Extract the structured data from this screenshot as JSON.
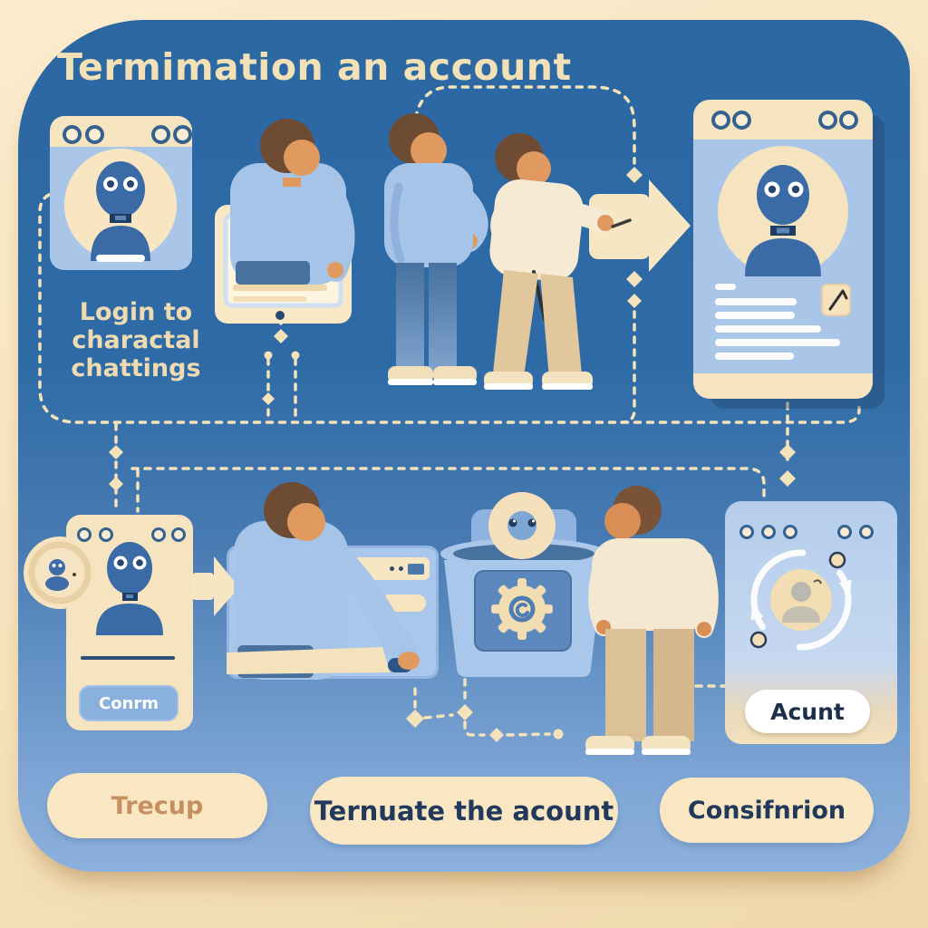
{
  "title": "Termimation an account",
  "flow": {
    "step1_caption": "Login to charactal chattings",
    "phone_confirm_button": "Conrm",
    "account_button": "Acunt"
  },
  "footer": {
    "pills": [
      {
        "label": "Trecup"
      },
      {
        "label": "Ternuate the acount"
      },
      {
        "label": "Consifnrion"
      }
    ]
  },
  "icons": {
    "window_dot": "ring circle",
    "robot_avatar": "robot head with torso",
    "trash_gear": "gear with spiral inside waste bin",
    "refresh_cycle": "circular arrows around avatar",
    "block_arrow": "solid cream right-pointing arrow",
    "slash_button": "diagonal stroke glyph",
    "coin_avatar": "round badge with small avatar"
  },
  "colors": {
    "frame_cream": "#f6e2bc",
    "panel_blue_top": "#2c67a2",
    "panel_blue_bottom": "#8db0dc",
    "card_cream": "#f6e3bf",
    "card_light_blue": "#a9c6e9",
    "avatar_blue": "#3b6ba7",
    "dash_cream": "#f4e3ba",
    "title_text": "#f2e0b6",
    "dark_text": "#21395a",
    "tan_text": "#c68f5f"
  }
}
